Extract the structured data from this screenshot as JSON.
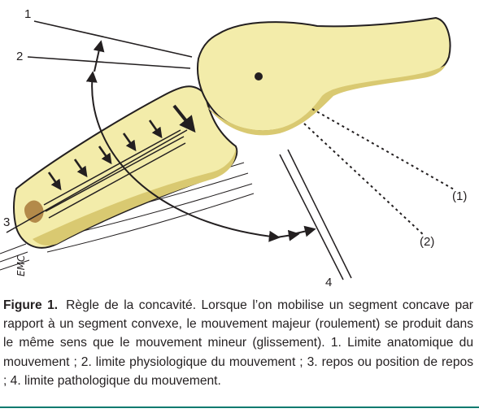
{
  "diagram": {
    "labels": {
      "l1": "1",
      "l2": "2",
      "l3": "3",
      "l4": "4",
      "p1": "(1)",
      "p2": "(2)"
    },
    "watermark": "EMC",
    "colors": {
      "bone": "#f3ecaa",
      "bone_shadow": "#d9c971",
      "outline": "#231f20",
      "spot": "#b38a4a"
    }
  },
  "caption": {
    "lead": "Figure 1.",
    "text": "Règle de la concavité. Lorsque l’on mobilise un segment concave par rapport à un segment convexe, le mouvement majeur (roulement) se produit dans le même sens que le mouvement mineur (glissement). 1. Limite anatomique du mouvement ; 2. limite physiologique du mouvement ; 3. repos ou position de repos ; 4. limite pathologique du mouvement."
  },
  "colors": {
    "rule": "#0b7a6f"
  }
}
